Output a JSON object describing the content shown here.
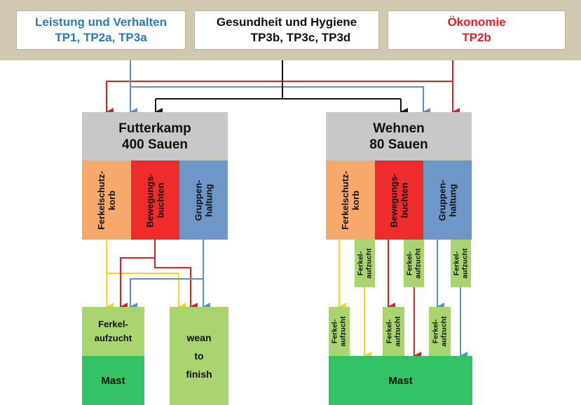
{
  "header": {
    "box_left": {
      "line1": "Leistung und Verhalten",
      "line2": "TP1, TP2a, TP3a",
      "color": "#2a7ac0"
    },
    "box_mid": {
      "line1": "Gesundheit und Hygiene",
      "line2": "TP3b, TP3c, TP3d",
      "color": "#111111"
    },
    "box_right": {
      "line1": "Ökonomie",
      "line2": "TP2b",
      "color": "#ee1c25"
    }
  },
  "farm_left": {
    "title": "Futterkamp",
    "subtitle": "400 Sauen",
    "columns": [
      {
        "label": "Ferkelschutz-\nkorb",
        "color": "#f6a96a"
      },
      {
        "label": "Bewegungs-\nbuchten",
        "color": "#ee2c2c"
      },
      {
        "label": "Gruppen-\nhaltung",
        "color": "#6e97c7"
      }
    ],
    "box_ferkel": "Ferkel-\naufzucht",
    "box_mast": "Mast",
    "box_wtf": [
      "wean",
      "to",
      "finish"
    ]
  },
  "farm_right": {
    "title": "Wehnen",
    "subtitle": "80 Sauen",
    "columns": [
      {
        "label": "Ferkelschutz-\nkorb",
        "color": "#f6a96a"
      },
      {
        "label": "Bewegungs-\nbuchten",
        "color": "#ee2c2c"
      },
      {
        "label": "Gruppen-\nhaltung",
        "color": "#6e97c7"
      }
    ],
    "small_label": "Ferkel-\naufzucht",
    "box_mast": "Mast"
  },
  "colors": {
    "yellow_arrow": "#ffd21f",
    "red_arrow": "#e0201c",
    "blue_arrow": "#5b8fd2",
    "black_arrow": "#111111",
    "light_green": "#a9d46f",
    "dark_green": "#33c264"
  }
}
